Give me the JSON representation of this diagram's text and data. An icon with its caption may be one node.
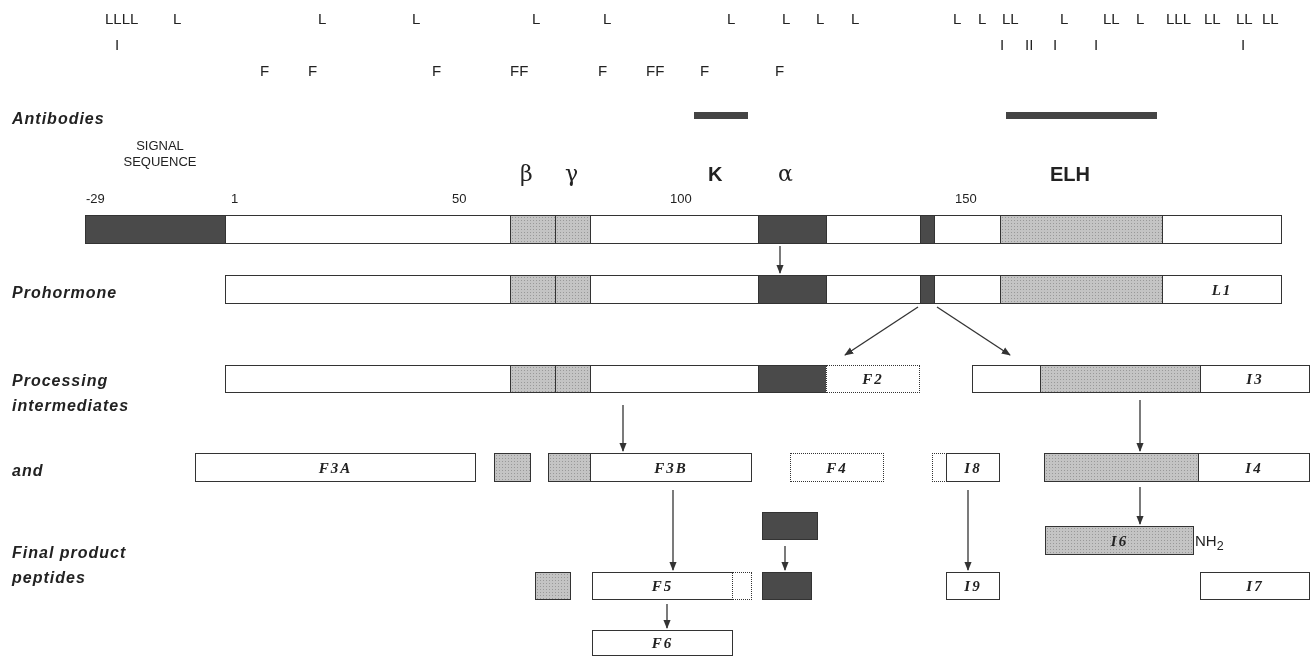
{
  "diagram": {
    "nodes": [
      {
        "text": [],
        "shape": "bar"
      },
      {
        "text": [
          "L1"
        ]
      },
      {
        "text": [
          "F2"
        ]
      },
      {
        "text": [
          "I3"
        ]
      },
      {
        "text": [
          "F3A"
        ]
      },
      {
        "text": [],
        "shape": "bar"
      },
      {
        "text": [
          "F3B"
        ]
      },
      {
        "text": [
          "F4"
        ]
      },
      {
        "text": [
          "I8"
        ]
      },
      {
        "text": [
          "I4"
        ]
      },
      {
        "text": [],
        "shape": "bar"
      },
      {
        "text": [
          "I6"
        ],
        "beside": [
          "NH$_{2}$"
        ]
      },
      {
        "text": [],
        "shape": "bar"
      },
      {
        "text": [
          "F5"
        ]
      },
      {
        "text": [],
        "shape": "bar"
      },
      {
        "text": [
          "I9"
        ]
      },
      {
        "text": [
          "I7"
        ]
      },
      {
        "text": [
          "F6"
        ]
      }
    ],
    "edges": [
      {
        "from": 0,
        "to": 1,
        "arrow": "to"
      },
      {
        "from": 1,
        "to": 2,
        "arrow": "to"
      },
      {
        "from": 1,
        "to": 3,
        "arrow": "to"
      },
      {
        "from": 2,
        "to": 6,
        "arrow": "to"
      },
      {
        "from": 3,
        "to": 9,
        "arrow": "to"
      },
      {
        "from": 6,
        "to": 13,
        "arrow": "to"
      },
      {
        "from": 10,
        "to": 14,
        "arrow": "to"
      },
      {
        "from": 8,
        "to": 15,
        "arrow": "to"
      },
      {
        "from": 9,
        "to": 11,
        "arrow": "to"
      },
      {
        "from": 13,
        "to": 17,
        "arrow": "to"
      }
    ],
    "labels": [
      "LLLL",
      "L",
      "L",
      "L",
      "L",
      "L",
      "L",
      "L",
      "L",
      "L",
      "L",
      "L",
      "LL",
      "L",
      "LL",
      "L",
      "LLL",
      "LL",
      "LL",
      "LL",
      "I",
      "I",
      "II",
      "I",
      "I",
      "I",
      "F",
      "F",
      "F",
      "FF",
      "F",
      "FF",
      "F",
      "F",
      "Antibodies",
      "SIGNAL SEQUENCE",
      "β",
      "γ",
      "K",
      "α",
      "ELH",
      "-29",
      "1",
      "50",
      "100",
      "150",
      "Prohormone",
      "Processing intermediates",
      "and",
      "Final product peptides"
    ]
  }
}
